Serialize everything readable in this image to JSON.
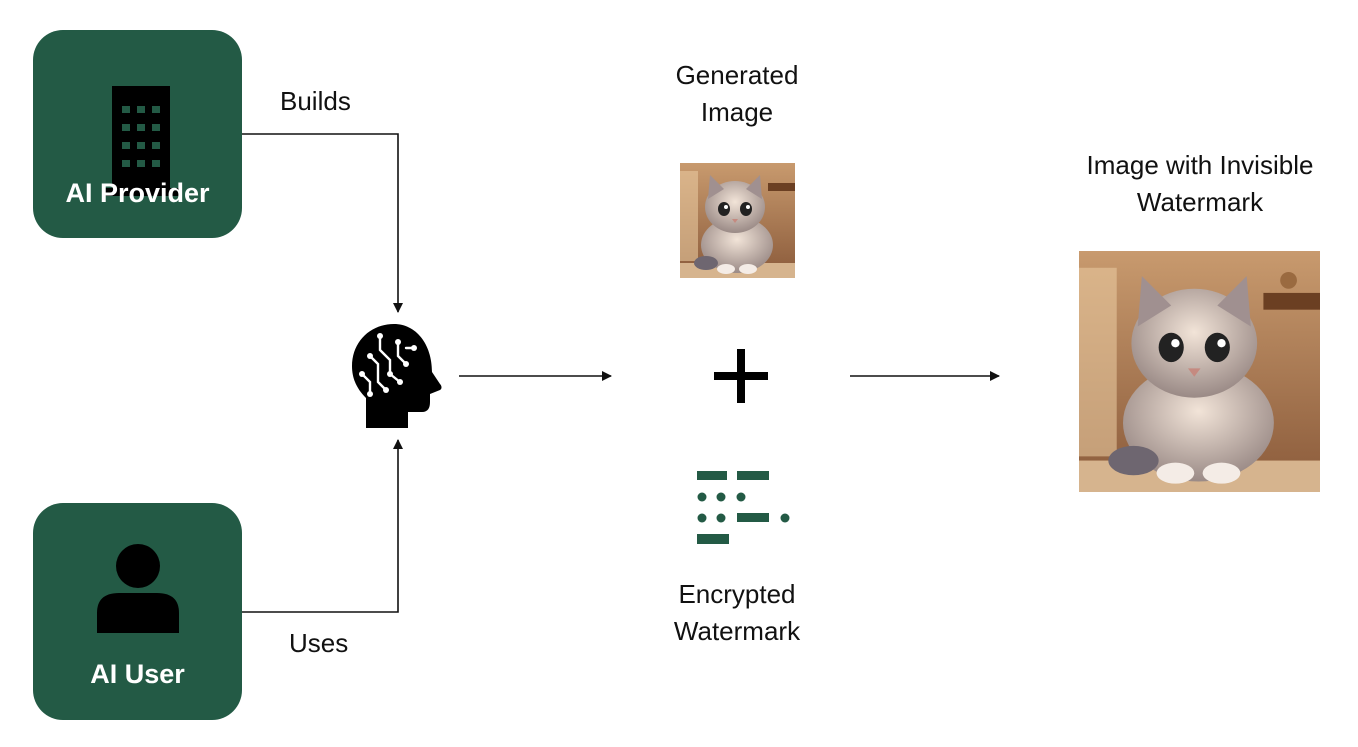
{
  "provider": {
    "label": "AI Provider",
    "icon": "building-icon"
  },
  "user": {
    "label": "AI User",
    "icon": "person-icon"
  },
  "edges": {
    "builds_label": "Builds",
    "uses_label": "Uses"
  },
  "model": {
    "icon": "ai-brain-head-icon"
  },
  "generated_image": {
    "caption_line1": "Generated",
    "caption_line2": "Image"
  },
  "watermark": {
    "caption_line1": "Encrypted",
    "caption_line2": "Watermark",
    "icon": "encrypted-watermark-icon"
  },
  "result": {
    "caption_line1": "Image with Invisible",
    "caption_line2": "Watermark"
  },
  "operator": {
    "icon": "plus-icon"
  },
  "colors": {
    "box_fill": "#235a45",
    "box_text": "#ffffff",
    "arrow": "#111111"
  }
}
